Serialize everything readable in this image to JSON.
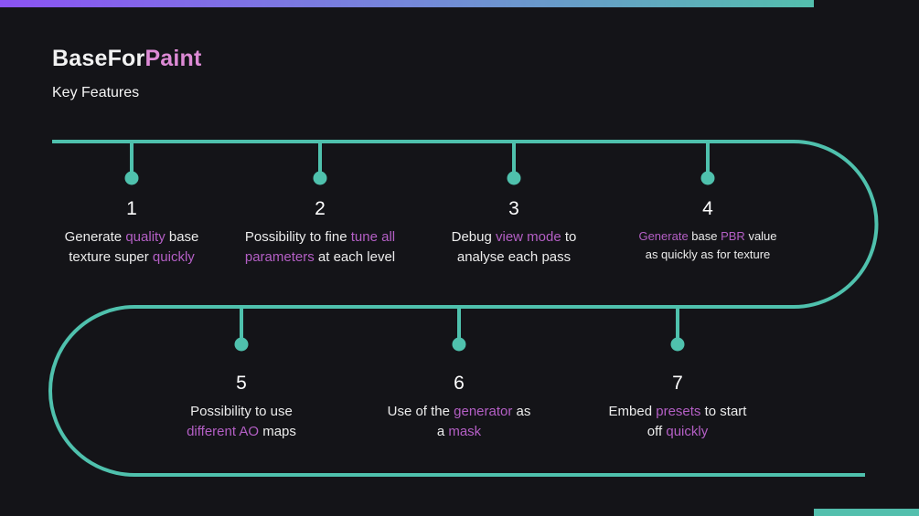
{
  "header": {
    "title_primary": "BaseFor",
    "title_accent": "Paint",
    "subtitle": "Key Features"
  },
  "colors": {
    "background": "#141418",
    "timeline_teal": "#4fc1ad",
    "highlight_pink": "#b45fc5",
    "title_pink": "#dd8ad5",
    "gradient_bar_start": "#8b53f3",
    "gradient_bar_end": "#53bfad"
  },
  "items": [
    {
      "number": "1",
      "lines": [
        [
          {
            "t": "Generate ",
            "h": false
          },
          {
            "t": "quality",
            "h": true
          },
          {
            "t": " base",
            "h": false
          }
        ],
        [
          {
            "t": "texture super ",
            "h": false
          },
          {
            "t": "quickly",
            "h": true
          }
        ]
      ]
    },
    {
      "number": "2",
      "lines": [
        [
          {
            "t": "Possibility to fine ",
            "h": false
          },
          {
            "t": "tune all",
            "h": true
          }
        ],
        [
          {
            "t": "parameters",
            "h": true
          },
          {
            "t": " at each level",
            "h": false
          }
        ]
      ]
    },
    {
      "number": "3",
      "lines": [
        [
          {
            "t": "Debug ",
            "h": false
          },
          {
            "t": "view mode",
            "h": true
          },
          {
            "t": " to",
            "h": false
          }
        ],
        [
          {
            "t": "analyse each pass",
            "h": false
          }
        ]
      ]
    },
    {
      "number": "4",
      "lines": [
        [
          {
            "t": "Generate",
            "h": true
          },
          {
            "t": " base ",
            "h": false
          },
          {
            "t": "PBR",
            "h": true
          },
          {
            "t": " value",
            "h": false
          }
        ],
        [
          {
            "t": "as quickly as for texture",
            "h": false
          }
        ]
      ]
    },
    {
      "number": "5",
      "lines": [
        [
          {
            "t": "Possibility to use",
            "h": false
          }
        ],
        [
          {
            "t": "different AO",
            "h": true
          },
          {
            "t": " maps",
            "h": false
          }
        ]
      ]
    },
    {
      "number": "6",
      "lines": [
        [
          {
            "t": "Use of the ",
            "h": false
          },
          {
            "t": "generator",
            "h": true
          },
          {
            "t": " as",
            "h": false
          }
        ],
        [
          {
            "t": "a ",
            "h": false
          },
          {
            "t": "mask",
            "h": true
          }
        ]
      ]
    },
    {
      "number": "7",
      "lines": [
        [
          {
            "t": "Embed ",
            "h": false
          },
          {
            "t": "presets",
            "h": true
          },
          {
            "t": " to start",
            "h": false
          }
        ],
        [
          {
            "t": "off ",
            "h": false
          },
          {
            "t": "quickly",
            "h": true
          }
        ]
      ]
    }
  ]
}
